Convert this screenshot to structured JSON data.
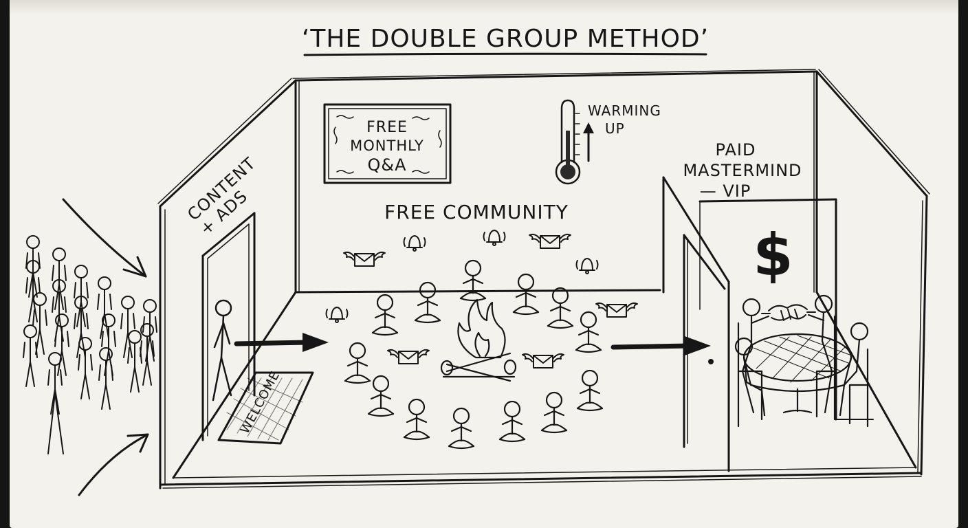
{
  "title": "‘THE DOUBLE GROUP METHOD’",
  "labels": {
    "entry": "CONTENT + ADS",
    "entry_line1": "CONTENT",
    "entry_line2": "+ ADS",
    "qa_sign": [
      "FREE",
      "MONTHLY",
      "Q&A"
    ],
    "thermometer": [
      "WARMING",
      "UP"
    ],
    "free_room": "FREE COMMUNITY",
    "paid_room": [
      "PAID",
      "MASTERMIND",
      "— VIP"
    ],
    "mat": "WELCOME",
    "money_sign": "$"
  },
  "colors": {
    "paper": "#f4f2ec",
    "ink": "#161616",
    "background": "#151515"
  },
  "icons": [
    "thermometer-icon",
    "bell-icon",
    "winged-envelope-icon",
    "campfire-icon",
    "dollar-sign-icon",
    "handshake-icon",
    "arrow-icon"
  ]
}
